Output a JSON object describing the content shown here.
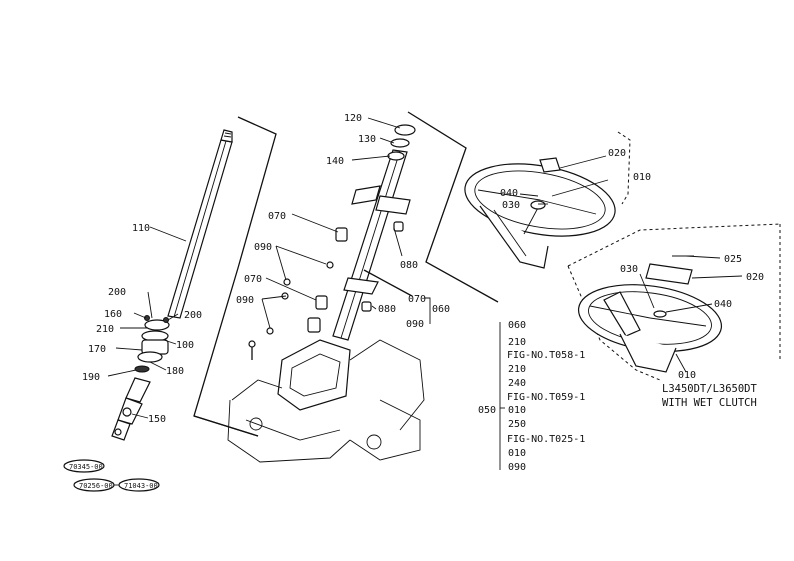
{
  "callouts": {
    "c120": "120",
    "c130": "130",
    "c140": "140",
    "c110": "110",
    "c070a": "070",
    "c090a": "090",
    "c070b": "070",
    "c090b": "090",
    "c080a": "080",
    "c080b": "080",
    "c070c": "070",
    "c090c": "090",
    "c060": "060",
    "c200a": "200",
    "c160": "160",
    "c200b": "200",
    "c210": "210",
    "c100": "100",
    "c170": "170",
    "c180": "180",
    "c190": "190",
    "c150": "150",
    "c020a": "020",
    "c010a": "010",
    "c040a": "040",
    "c030a": "030",
    "c030b": "030",
    "c025": "025",
    "c020b": "020",
    "c040b": "040",
    "c010b": "010",
    "c050": "050"
  },
  "note": {
    "line1": "L3450DT/L3650DT",
    "line2": "WITH WET CLUTCH"
  },
  "fig_list": {
    "items": [
      "060",
      "210",
      "FIG-NO.T058-1",
      "210",
      "240",
      "FIG-NO.T059-1",
      "010",
      "250",
      "FIG-NO.T025-1",
      "010",
      "090"
    ]
  },
  "ref_tags": {
    "tag1": "70345-00",
    "tag2": "70256-00",
    "tag3": "71043-00"
  }
}
